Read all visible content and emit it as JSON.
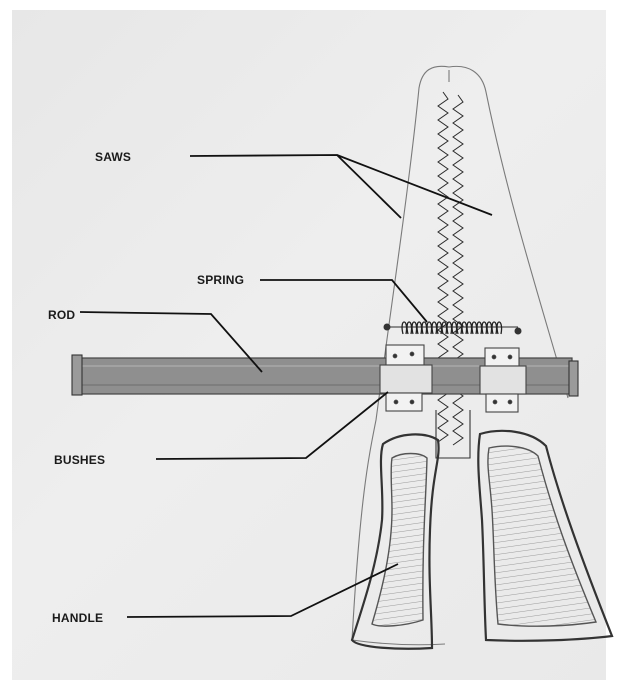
{
  "diagram": {
    "labels": {
      "saws": "SAWS",
      "spring": "SPRING",
      "rod": "ROD",
      "bushes": "BUSHES",
      "handle": "HANDLE"
    },
    "colors": {
      "paper": "#ebebeb",
      "ink": "#1c1c1c",
      "pencil": "#6a6a6a",
      "rod_fill": "#8f8f8f"
    }
  }
}
